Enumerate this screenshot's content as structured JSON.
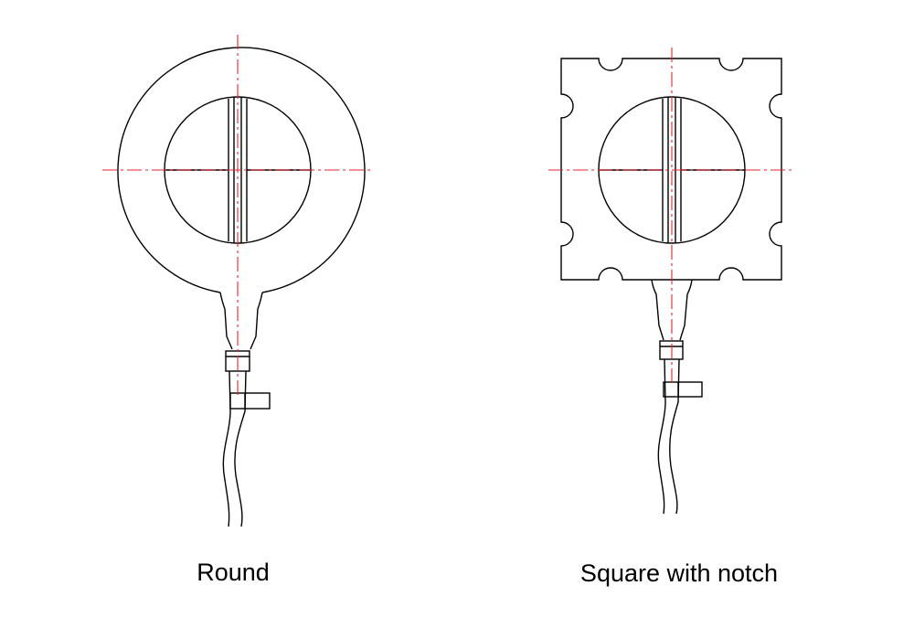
{
  "colors": {
    "outline": "#000000",
    "centerline": "#e8232f",
    "background": "#ffffff"
  },
  "figures": [
    {
      "shape": "round",
      "label": "Round"
    },
    {
      "shape": "square-notched",
      "label": "Square with notch"
    }
  ]
}
